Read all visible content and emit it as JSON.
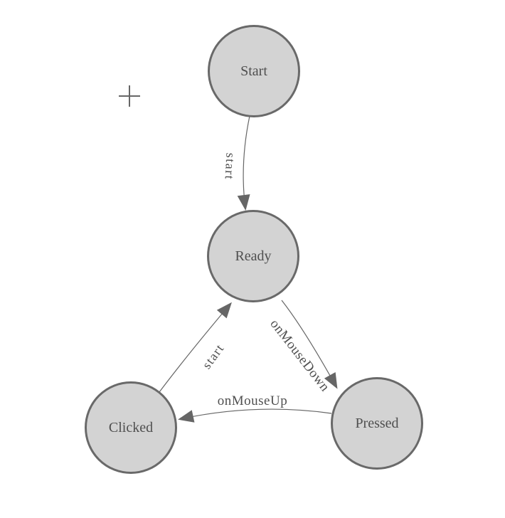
{
  "colors": {
    "background": "#ffffff",
    "node_fill": "#d3d3d3",
    "node_border": "#696969",
    "edge_stroke": "#666666",
    "arrowhead_fill": "#666666",
    "label_text": "#4f4f4f",
    "crosshair": "#666666"
  },
  "diagram": {
    "type": "state-diagram",
    "nodes": [
      {
        "id": "start",
        "label": "Start"
      },
      {
        "id": "ready",
        "label": "Ready"
      },
      {
        "id": "clicked",
        "label": "Clicked"
      },
      {
        "id": "pressed",
        "label": "Pressed"
      }
    ],
    "edges": [
      {
        "from": "Start",
        "to": "Ready",
        "label": "start"
      },
      {
        "from": "Ready",
        "to": "Pressed",
        "label": "onMouseDown"
      },
      {
        "from": "Pressed",
        "to": "Clicked",
        "label": "onMouseUp"
      },
      {
        "from": "Clicked",
        "to": "Ready",
        "label": "start"
      }
    ],
    "cursor": "crosshair"
  }
}
